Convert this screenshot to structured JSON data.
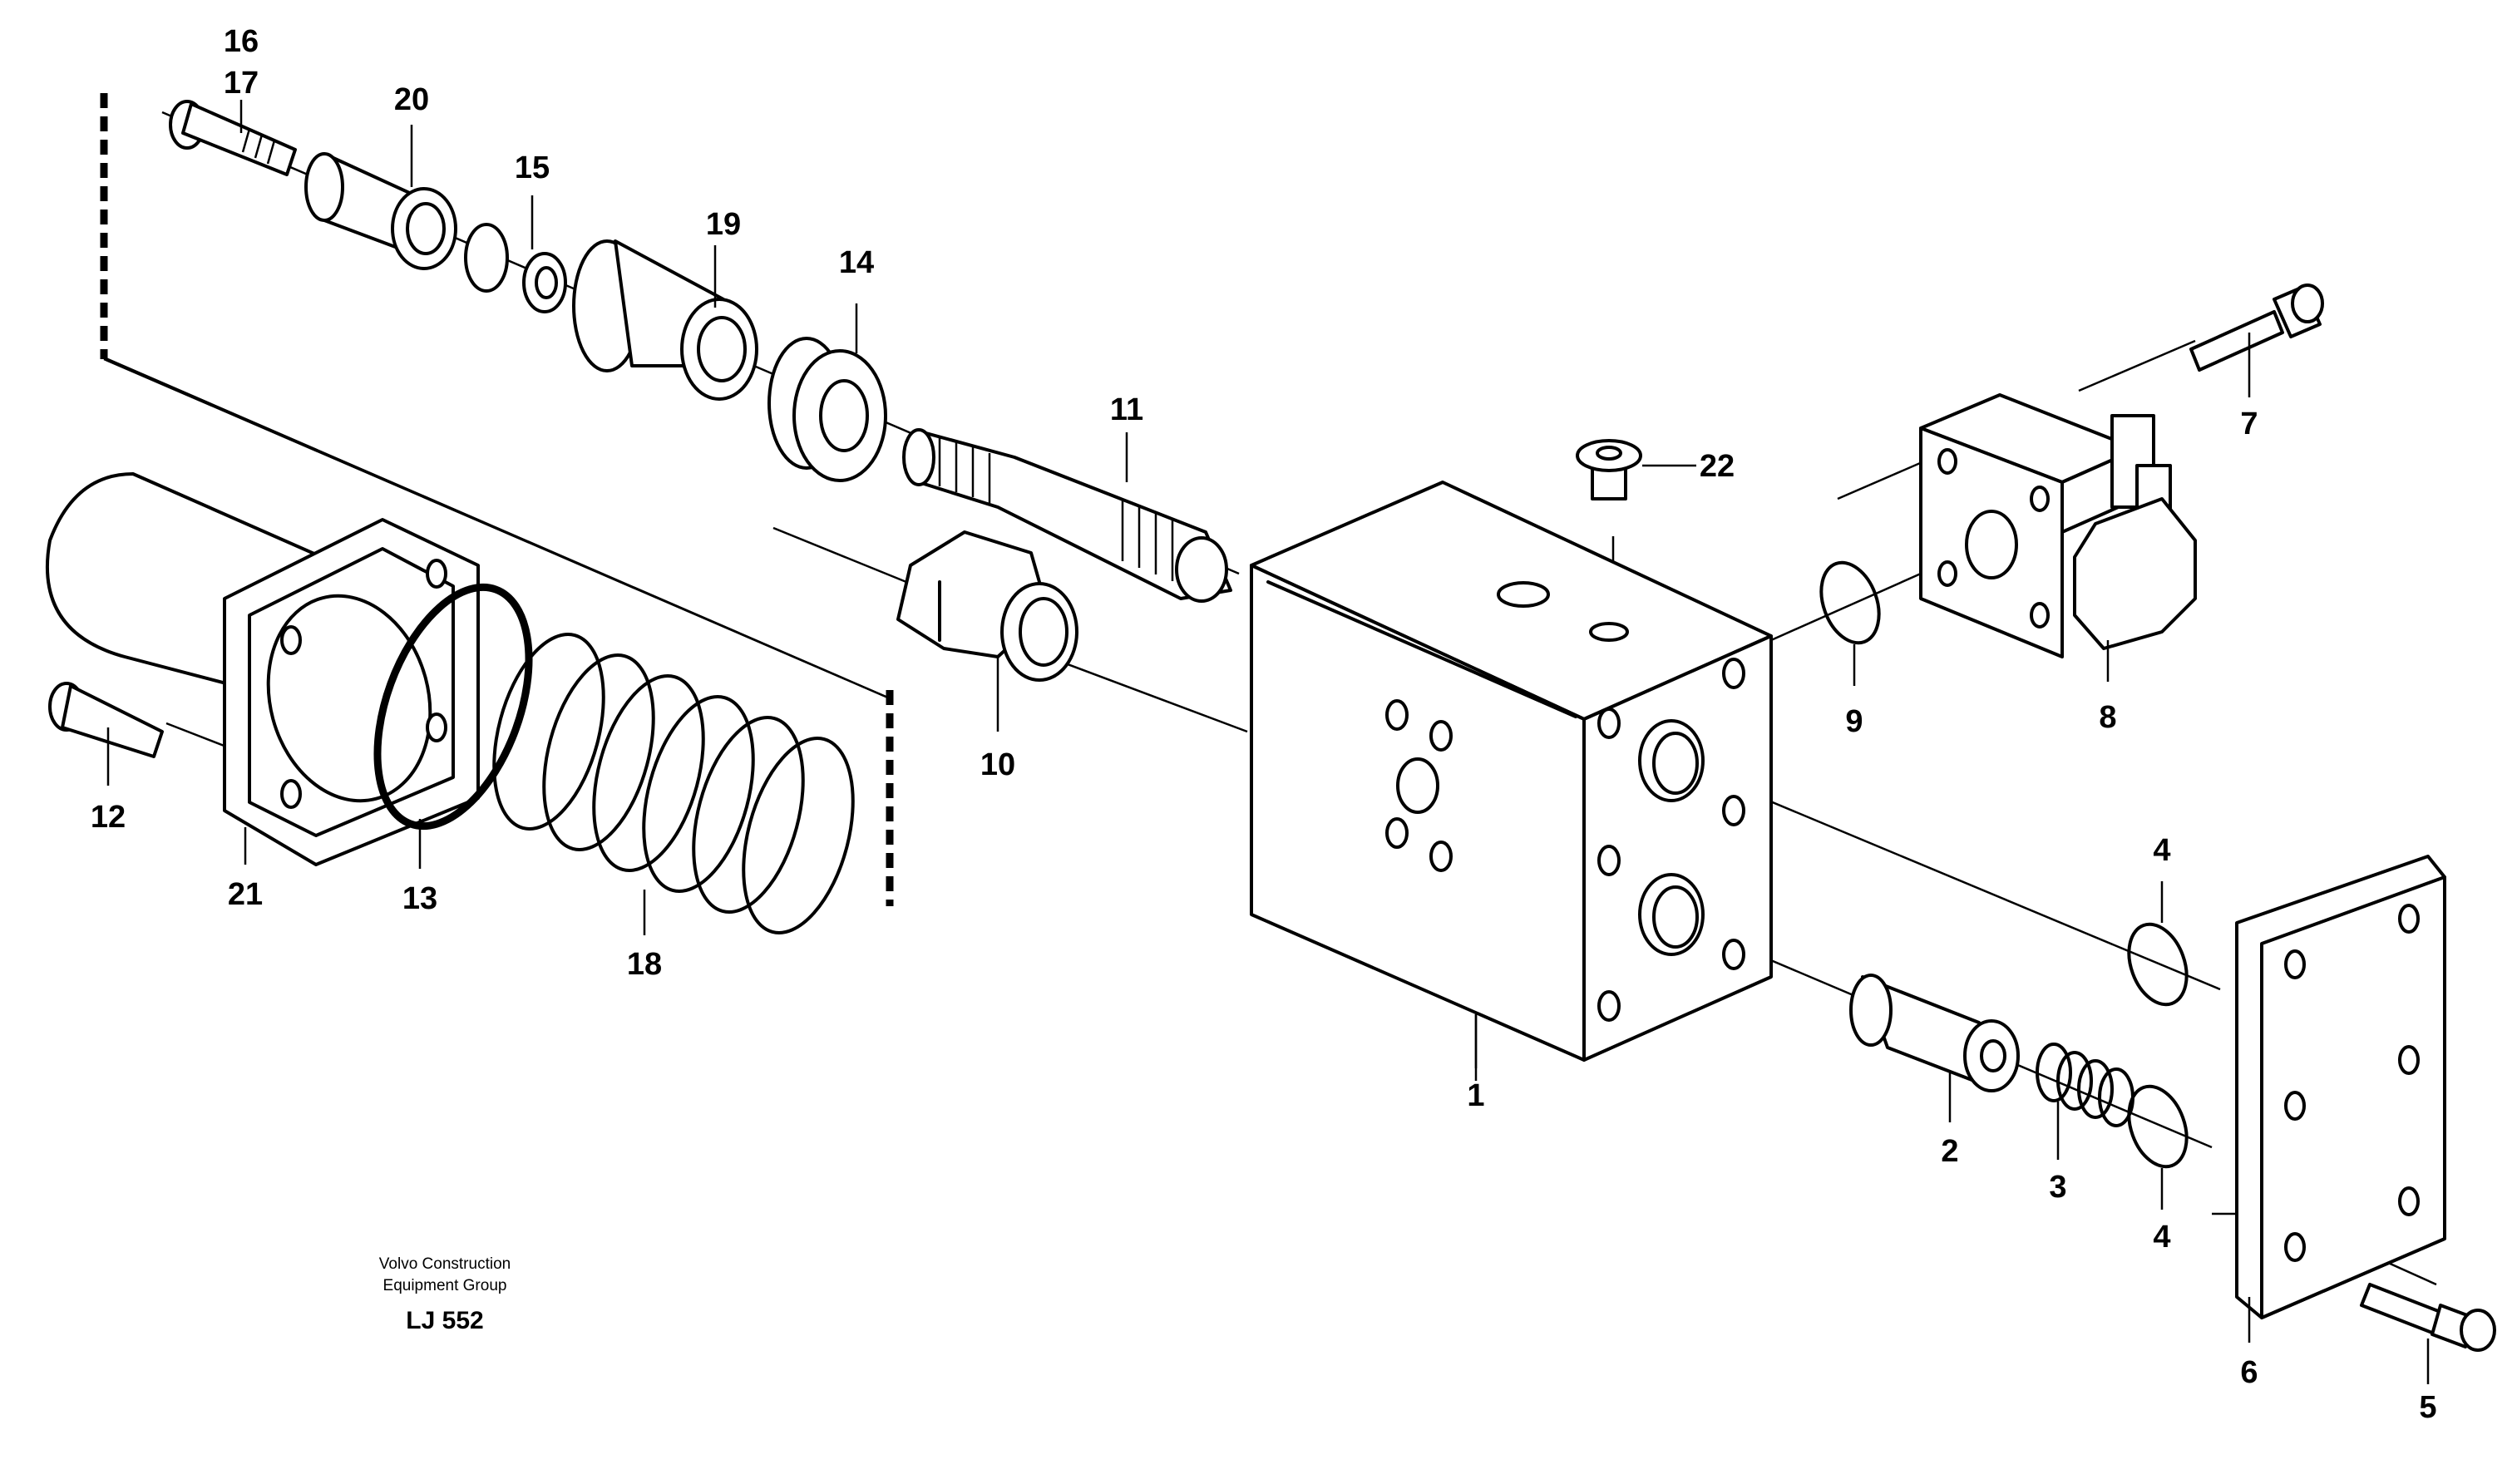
{
  "labels": {
    "p1": "1",
    "p2": "2",
    "p3": "3",
    "p4a": "4",
    "p4b": "4",
    "p5": "5",
    "p6": "6",
    "p7": "7",
    "p8": "8",
    "p9": "9",
    "p10": "10",
    "p11": "11",
    "p12": "12",
    "p13": "13",
    "p14": "14",
    "p15": "15",
    "p16": "16",
    "p17": "17",
    "p18": "18",
    "p19": "19",
    "p20": "20",
    "p21": "21",
    "p22": "22"
  },
  "credit": {
    "line1": "Volvo Construction",
    "line2": "Equipment Group",
    "code": "LJ 552"
  }
}
